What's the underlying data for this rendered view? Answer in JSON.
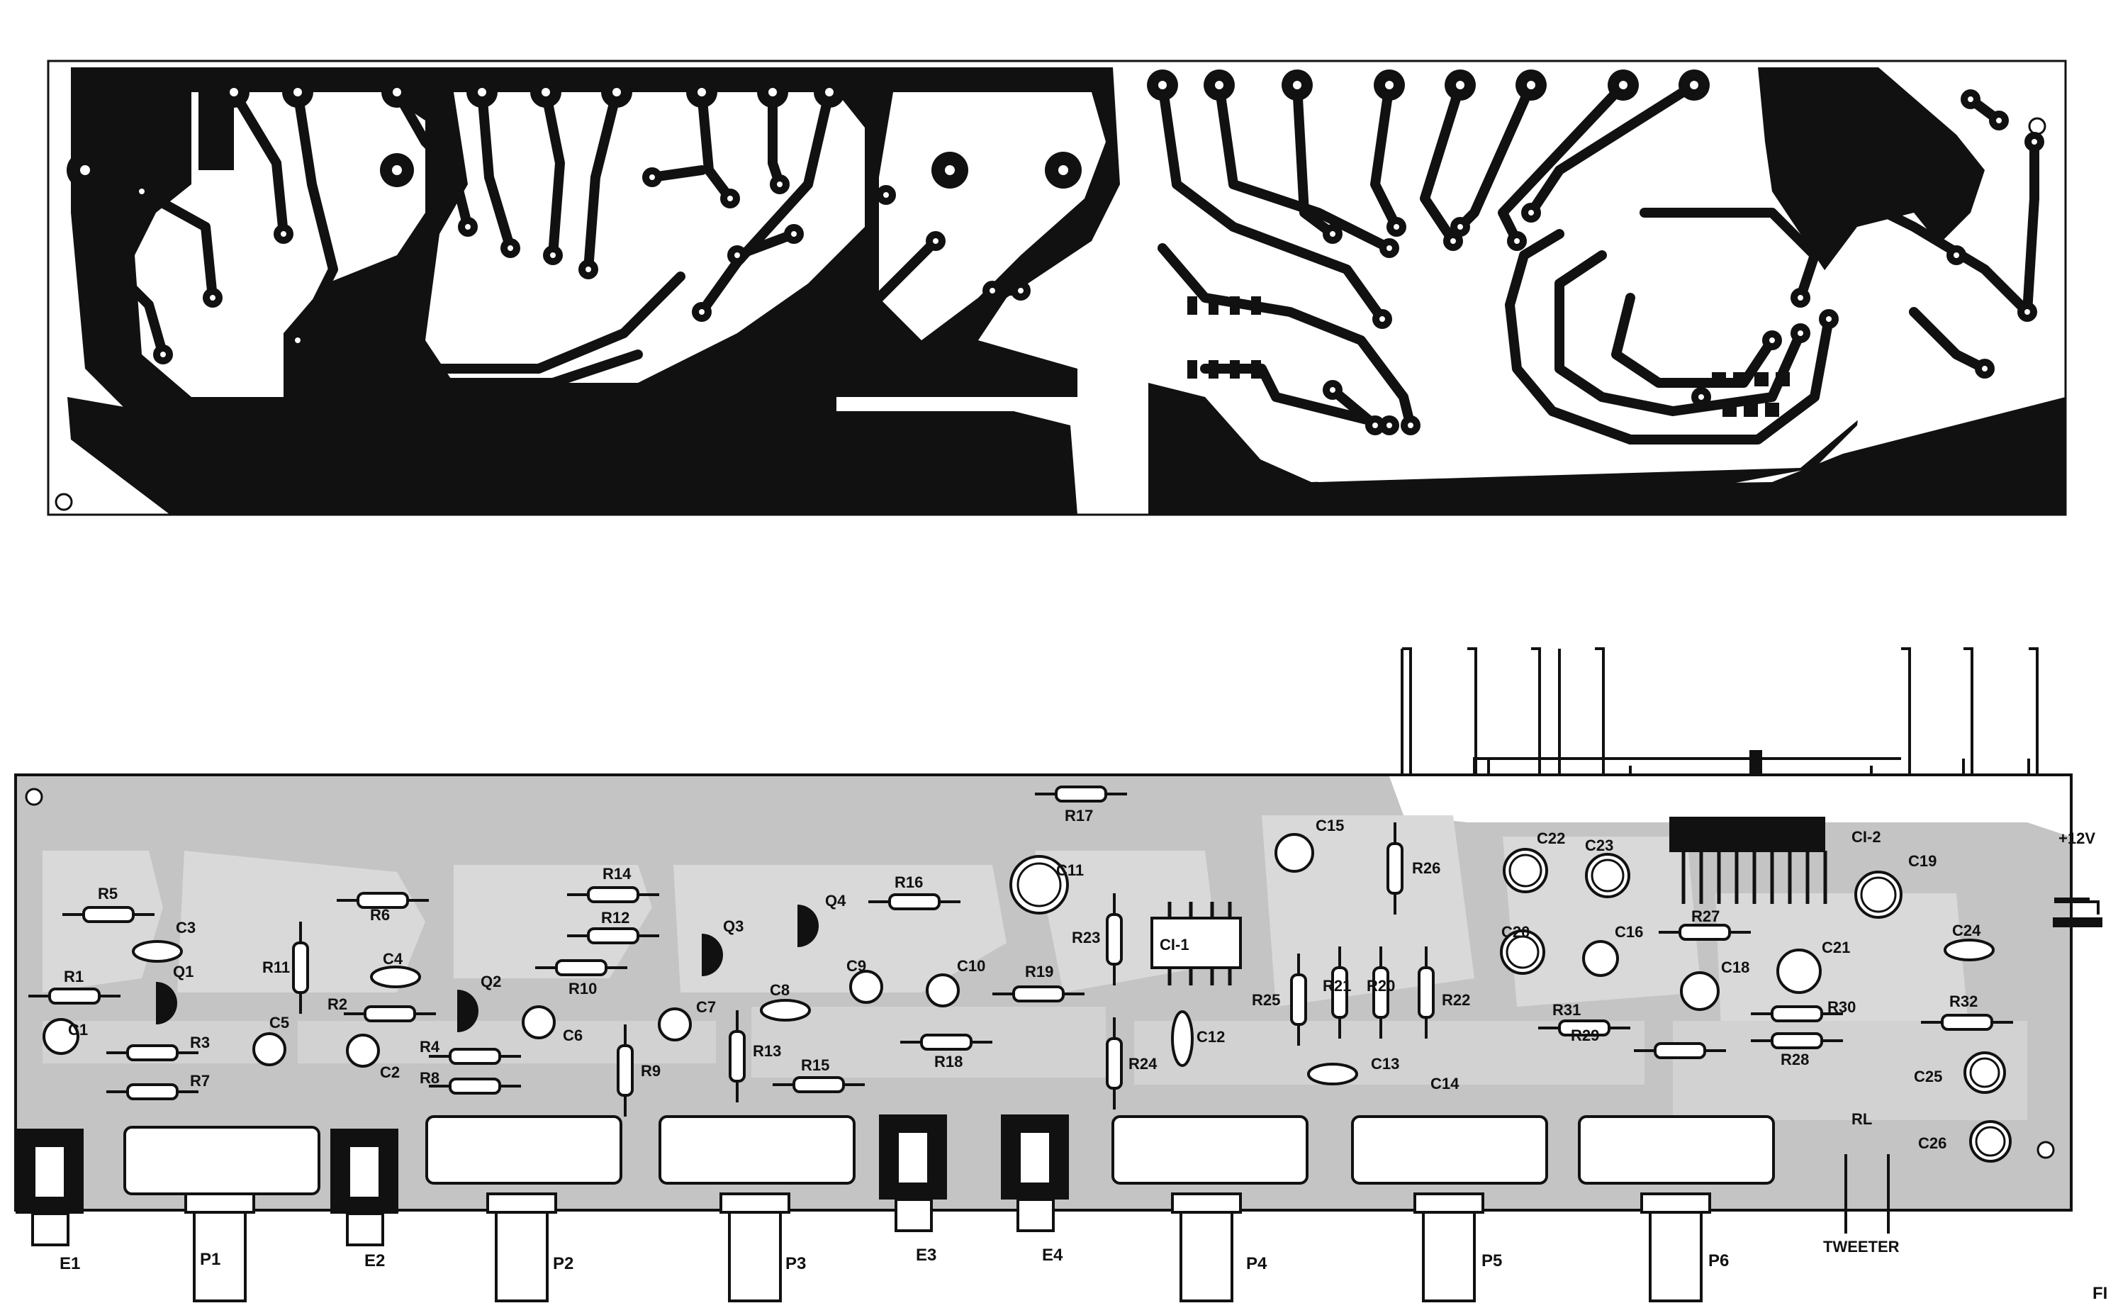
{
  "colors": {
    "copper": "#111111",
    "silkscreen_pad": "#bdbdbd",
    "paper": "#ffffff",
    "ink": "#111111"
  },
  "pcb_top": {
    "kind": "copper-trace-layout"
  },
  "pcb_bottom": {
    "resistors": [
      {
        "ref": "R5"
      },
      {
        "ref": "R1"
      },
      {
        "ref": "R3"
      },
      {
        "ref": "R7"
      },
      {
        "ref": "R11"
      },
      {
        "ref": "R6"
      },
      {
        "ref": "R2"
      },
      {
        "ref": "R4"
      },
      {
        "ref": "R8"
      },
      {
        "ref": "R14"
      },
      {
        "ref": "R12"
      },
      {
        "ref": "R10"
      },
      {
        "ref": "R9"
      },
      {
        "ref": "R13"
      },
      {
        "ref": "R15"
      },
      {
        "ref": "R16"
      },
      {
        "ref": "R17"
      },
      {
        "ref": "R18"
      },
      {
        "ref": "R19"
      },
      {
        "ref": "R23"
      },
      {
        "ref": "R24"
      },
      {
        "ref": "R25"
      },
      {
        "ref": "R21"
      },
      {
        "ref": "R20"
      },
      {
        "ref": "R22"
      },
      {
        "ref": "R26"
      },
      {
        "ref": "R27"
      },
      {
        "ref": "R31"
      },
      {
        "ref": "R29"
      },
      {
        "ref": "R30"
      },
      {
        "ref": "R28"
      },
      {
        "ref": "R32"
      }
    ],
    "capacitors": [
      {
        "ref": "C1"
      },
      {
        "ref": "C2"
      },
      {
        "ref": "C3"
      },
      {
        "ref": "C4"
      },
      {
        "ref": "C5"
      },
      {
        "ref": "C6"
      },
      {
        "ref": "C7"
      },
      {
        "ref": "C8"
      },
      {
        "ref": "C9"
      },
      {
        "ref": "C10"
      },
      {
        "ref": "C11"
      },
      {
        "ref": "C12"
      },
      {
        "ref": "C13"
      },
      {
        "ref": "C14"
      },
      {
        "ref": "C15"
      },
      {
        "ref": "C16"
      },
      {
        "ref": "C18"
      },
      {
        "ref": "C19"
      },
      {
        "ref": "C20"
      },
      {
        "ref": "C21"
      },
      {
        "ref": "C22"
      },
      {
        "ref": "C23"
      },
      {
        "ref": "C24"
      },
      {
        "ref": "C25"
      },
      {
        "ref": "C26"
      }
    ],
    "transistors": [
      {
        "ref": "Q1"
      },
      {
        "ref": "Q2"
      },
      {
        "ref": "Q3"
      },
      {
        "ref": "Q4"
      }
    ],
    "ics": [
      {
        "ref": "CI-1"
      },
      {
        "ref": "CI-2"
      }
    ],
    "potentiometers": [
      {
        "ref": "P1"
      },
      {
        "ref": "P2"
      },
      {
        "ref": "P3"
      },
      {
        "ref": "P4"
      },
      {
        "ref": "P5"
      },
      {
        "ref": "P6"
      }
    ],
    "jacks": [
      {
        "ref": "E1"
      },
      {
        "ref": "E2"
      },
      {
        "ref": "E3"
      },
      {
        "ref": "E4"
      }
    ],
    "connections": {
      "supply": "+12V",
      "relay": "RL",
      "tweeter": "TWEETER"
    },
    "figure_tag": "FI"
  }
}
